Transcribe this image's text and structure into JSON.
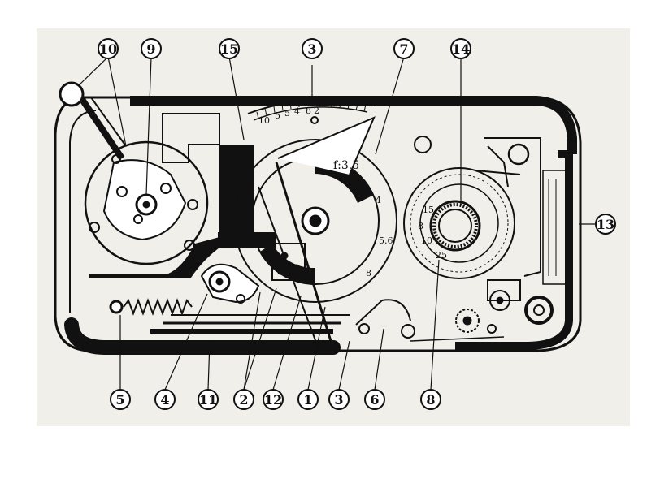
{
  "callouts": [
    {
      "id": "c10",
      "label": "10"
    },
    {
      "id": "c9",
      "label": "9"
    },
    {
      "id": "c15",
      "label": "15"
    },
    {
      "id": "c3-top",
      "label": "3"
    },
    {
      "id": "c7",
      "label": "7"
    },
    {
      "id": "c14",
      "label": "14"
    },
    {
      "id": "c13",
      "label": "13"
    },
    {
      "id": "c5",
      "label": "5"
    },
    {
      "id": "c4",
      "label": "4"
    },
    {
      "id": "c11",
      "label": "11"
    },
    {
      "id": "c2",
      "label": "2"
    },
    {
      "id": "c12",
      "label": "12"
    },
    {
      "id": "c1",
      "label": "1"
    },
    {
      "id": "c3-bottom",
      "label": "3"
    },
    {
      "id": "c6",
      "label": "6"
    },
    {
      "id": "c8",
      "label": "8"
    }
  ],
  "aperture_scale": {
    "f_label": "f:3.5",
    "marks": [
      "4",
      "5.6",
      "8"
    ]
  },
  "top_scale": {
    "marks": [
      "10",
      "5",
      "5",
      "4",
      "8",
      "2"
    ]
  },
  "gear_scale": {
    "marks": [
      "15",
      "8",
      "10",
      "25"
    ]
  }
}
